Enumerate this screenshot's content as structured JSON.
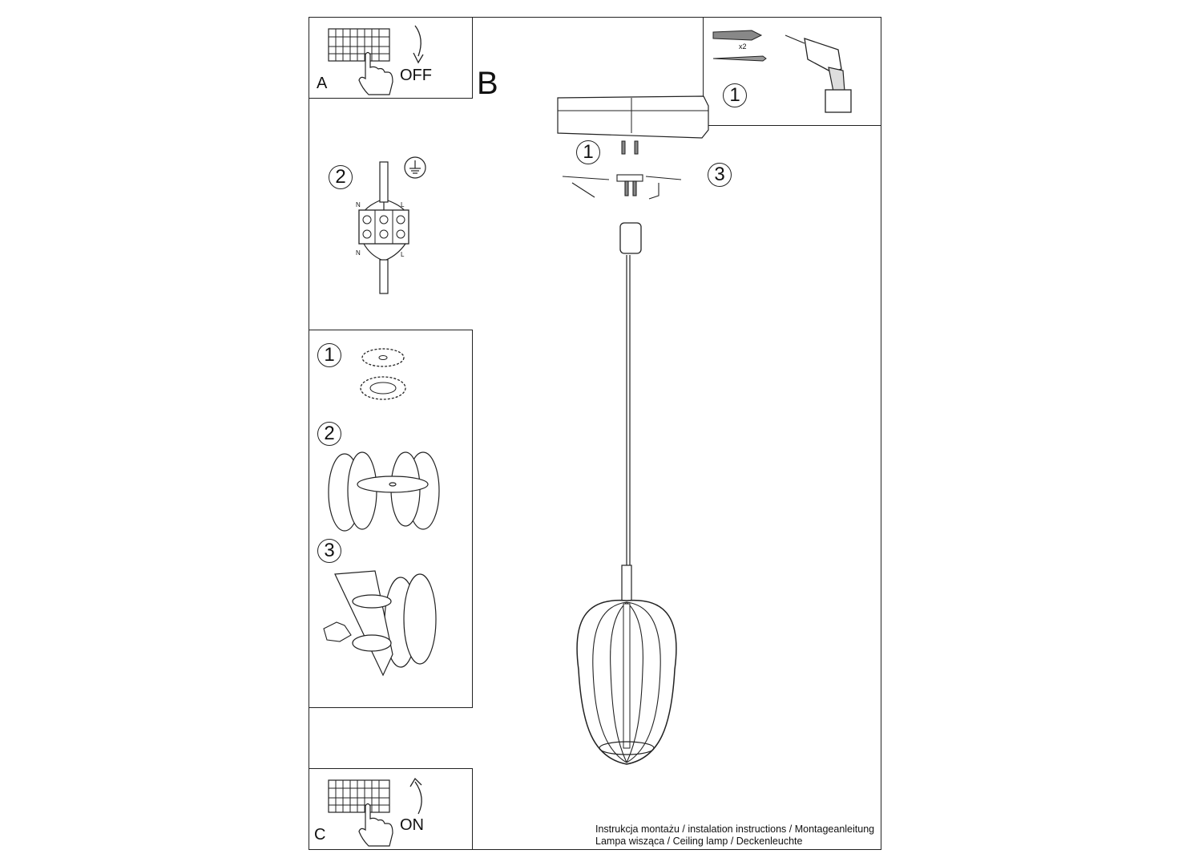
{
  "section_labels": {
    "a": "A",
    "b": "B",
    "c": "C"
  },
  "switch_labels": {
    "off": "OFF",
    "on": "ON"
  },
  "steps": {
    "tools": "1",
    "wiring": "2",
    "screws": "1",
    "mount": "3",
    "shade_1": "1",
    "shade_2": "2",
    "shade_3": "3"
  },
  "annotations": {
    "quantity": "x2",
    "terminal_n_top": "N",
    "terminal_l_top": "L",
    "terminal_n_bottom": "N",
    "terminal_l_bottom": "L"
  },
  "footer": {
    "line1": "Instrukcja montażu / instalation instructions / Montageanleitung",
    "line2": "Lampa wisząca / Ceiling lamp / Deckenleuchte"
  },
  "icons": [
    "circuit-breaker-icon",
    "hand-icon",
    "curved-arrow-icon",
    "wall-plug-icon",
    "screw-icon",
    "drill-icon",
    "earth-ground-icon",
    "terminal-block-icon",
    "canopy-icon",
    "lamp-shade-icon"
  ]
}
